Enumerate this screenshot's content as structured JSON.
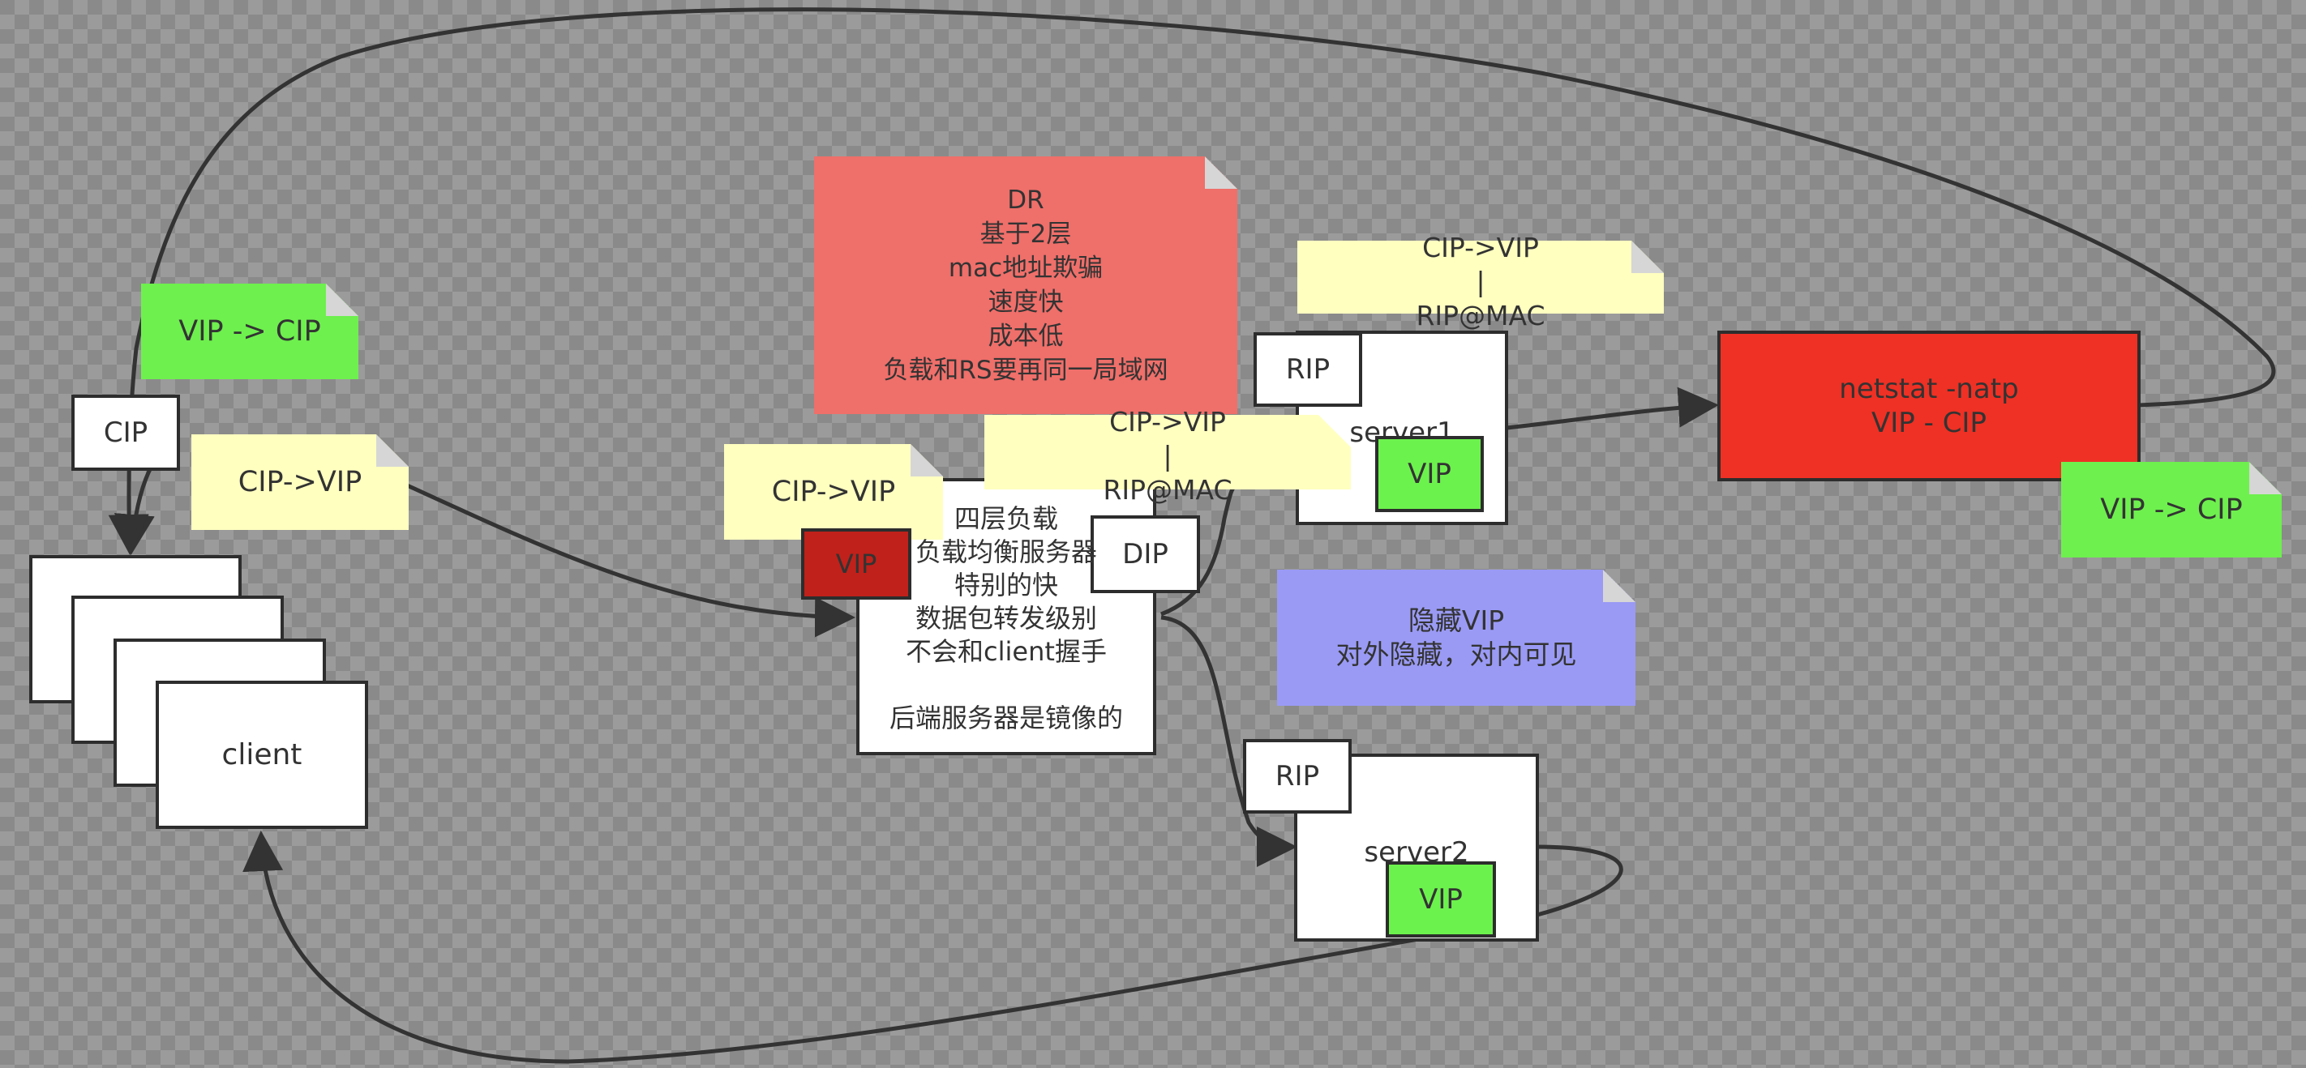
{
  "colors": {
    "note_yellow": "#ffffc0",
    "note_green": "#6ef04e",
    "note_red": "#ef6f6a",
    "note_blue": "#9a9af5",
    "netstat_red": "#ee3124",
    "vip_green": "#6cf24d",
    "vip_dark_red": "#c0211a",
    "edge": "#333333"
  },
  "nodes": {
    "client": "client",
    "cip": "CIP",
    "lb_text": "四层负载\n负载均衡服务器\n特别的快\n数据包转发级别\n不会和client握手\n\n后端服务器是镜像的",
    "lb_vip": "VIP",
    "dip": "DIP",
    "server1": "server1",
    "server1_rip": "RIP",
    "server1_vip": "VIP",
    "server2": "server2",
    "server2_rip": "RIP",
    "server2_vip": "VIP",
    "netstat": "netstat -natp\nVIP - CIP"
  },
  "notes": {
    "dr": "DR\n基于2层\nmac地址欺骗\n速度快\n成本低\n负载和RS要再同一局域网",
    "client_reply": "VIP -> CIP",
    "client_request": "CIP->VIP",
    "lb_request": "CIP->VIP",
    "lb_forward": "CIP->VIP\n|\nRIP@MAC",
    "server1_forward": "CIP->VIP\n|\nRIP@MAC",
    "hidden_vip": "隐藏VIP\n对外隐藏，对内可见",
    "netstat_reply": "VIP -> CIP"
  },
  "edges": [
    {
      "from": "cip",
      "to": "client",
      "style": "arrow"
    },
    {
      "from": "client_request",
      "to": "lb",
      "style": "arrow"
    },
    {
      "from": "dip",
      "to": "server1",
      "style": "line"
    },
    {
      "from": "lb",
      "to": "server2",
      "style": "arrow"
    },
    {
      "from": "server1",
      "to": "netstat",
      "style": "arrow"
    },
    {
      "from": "netstat",
      "to": "client",
      "style": "arrow"
    },
    {
      "from": "server2",
      "to": "client",
      "style": "arrow"
    }
  ]
}
